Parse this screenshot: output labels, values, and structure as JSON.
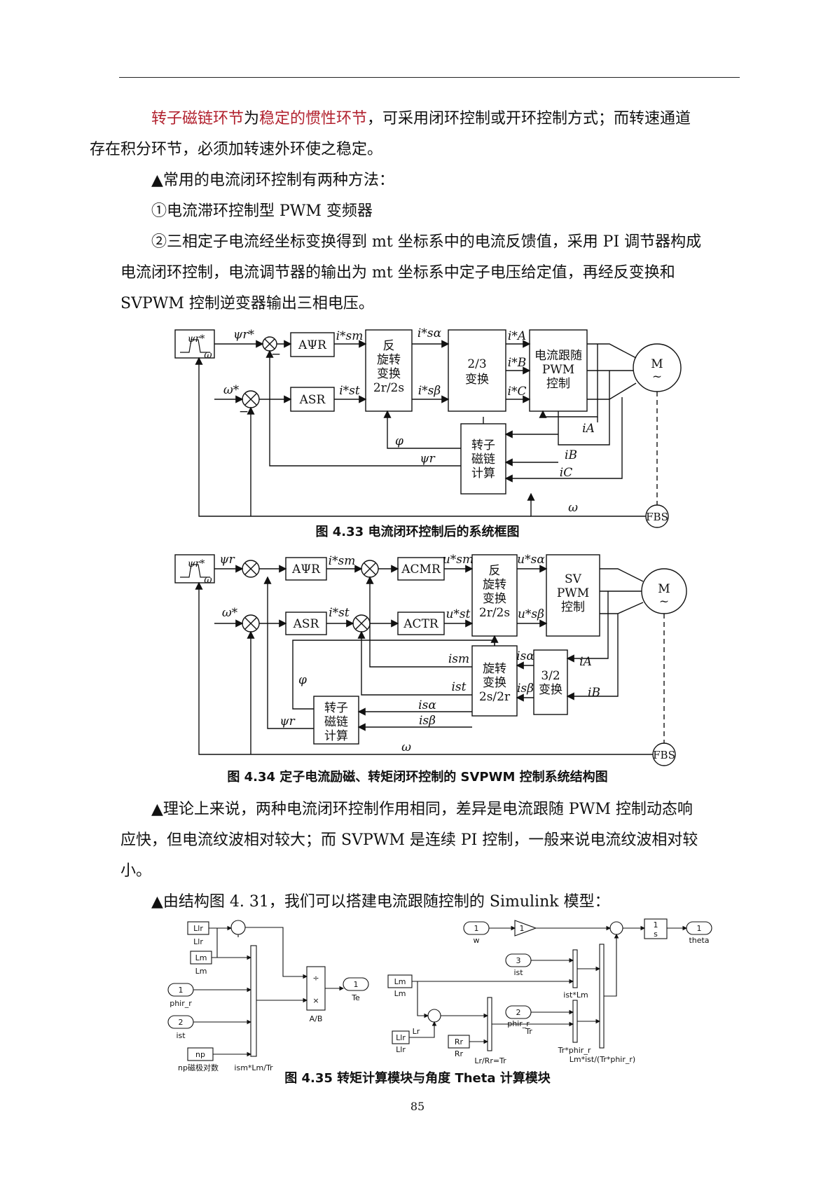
{
  "page": {
    "para1": {
      "highlight1": "转子磁链环节",
      "mid1": "为",
      "highlight2": "稳定的惯性环节",
      "rest1": "，可采用闭环控制或开环控制方式；而转速通道",
      "line2": "存在积分环节，必须加转速外环使之稳定。"
    },
    "para2": "▲常用的电流闭环控制有两种方法：",
    "para3": "①电流滞环控制型 PWM 变频器",
    "para4": {
      "line1": "②三相定子电流经坐标变换得到 mt 坐标系中的电流反馈值，采用 PI 调节器构成",
      "line2": "电流闭环控制，电流调节器的输出为 mt 坐标系中定子电压给定值，再经反变换和",
      "line3": "SVPWM 控制逆变器输出三相电压。"
    },
    "fig33_caption": "图 4.33  电流闭环控制后的系统框图",
    "fig34_caption": "图 4.34  定子电流励磁、转矩闭环控制的 SVPWM 控制系统结构图",
    "para5": {
      "line1": "▲理论上来说，两种电流闭环控制作用相同，差异是电流跟随 PWM 控制动态响",
      "line2": "应快，但电流纹波相对较大；而 SVPWM 是连续 PI 控制，一般来说电流纹波相对较",
      "line3": "小。"
    },
    "para6": "▲由结构图 4. 31，我们可以搭建电流跟随控制的 Simulink 模型：",
    "fig35_caption": "图 4.35  转矩计算模块与角度 Theta 计算模块",
    "page_number": "85"
  },
  "fig33": {
    "apr": "AΨR",
    "asr": "ASR",
    "inv_rot": [
      "反",
      "旋转",
      "变换",
      "2r/2s"
    ],
    "t23": [
      "2/3",
      "变换"
    ],
    "pwm": [
      "电流跟随",
      "PWM",
      "控制"
    ],
    "flux": [
      "转子",
      "磁链",
      "计算"
    ],
    "motor": "M",
    "tilde": "~",
    "fbs": "FBS",
    "psi_r_star": "ψr*",
    "omega_star": "ω*",
    "omega": "ω",
    "phi": "φ",
    "psi_r": "ψr",
    "ism_star": "i*sm",
    "ist_star": "i*st",
    "isa_star": "i*sα",
    "isb_star": "i*sβ",
    "iA_star": "i*A",
    "iB_star": "i*B",
    "iC_star": "i*C",
    "iA": "iA",
    "iB": "iB",
    "iC": "iC",
    "minus": "−"
  },
  "fig34": {
    "apr": "AΨR",
    "asr": "ASR",
    "acmr": "ACMR",
    "actr": "ACTR",
    "inv_rot": [
      "反",
      "旋转",
      "变换",
      "2r/2s"
    ],
    "svpwm": [
      "SV",
      "PWM",
      "控制"
    ],
    "rot": [
      "旋转",
      "变换",
      "2s/2r"
    ],
    "t32": [
      "3/2",
      "变换"
    ],
    "flux": [
      "转子",
      "磁链",
      "计算"
    ],
    "motor": "M",
    "tilde": "~",
    "fbs": "FBS",
    "psi_r_star": "ψr*",
    "psi_r": "ψr",
    "omega_star": "ω*",
    "omega": "ω",
    "phi": "φ",
    "ism_star": "i*sm",
    "ist_star": "i*st",
    "usm_star": "u*sm",
    "ust_star": "u*st",
    "usa_star": "u*sα",
    "usb_star": "u*sβ",
    "ism": "ism",
    "ist": "ist",
    "isa": "isα",
    "isb": "isβ",
    "iA": "iA",
    "iB": "iB"
  },
  "fig35": {
    "left": {
      "llr": "Llr",
      "lm": "Lm",
      "port1": "1",
      "port1_label": "phir_r",
      "port2": "2",
      "port2_label": "ist",
      "np": "np",
      "np_label": "np磁极对数",
      "prod_label": "ism*Lm/Tr",
      "div_label": "A/B",
      "out_port": "1",
      "out_label": "Te",
      "div_sym": "÷",
      "mul_sym": "×"
    },
    "right": {
      "w_port": "1",
      "w_label": "w",
      "gain": "1",
      "integrator_num": "1",
      "integrator_den": "s",
      "theta_port": "1",
      "theta_label": "theta",
      "ist_port": "3",
      "ist_label": "ist",
      "lm": "Lm",
      "ist_lm_label": "ist*Lm",
      "phir_port": "2",
      "phir_label": "phir_r",
      "tr_label": "Tr",
      "llr": "Llr",
      "lr_label": "Lr",
      "rr": "Rr",
      "lr_rr_label": "Lr/Rr=Tr",
      "tr_phir_label": "Tr*phir_r",
      "final_label": "Lm*ist/(Tr*phir_r)"
    }
  }
}
